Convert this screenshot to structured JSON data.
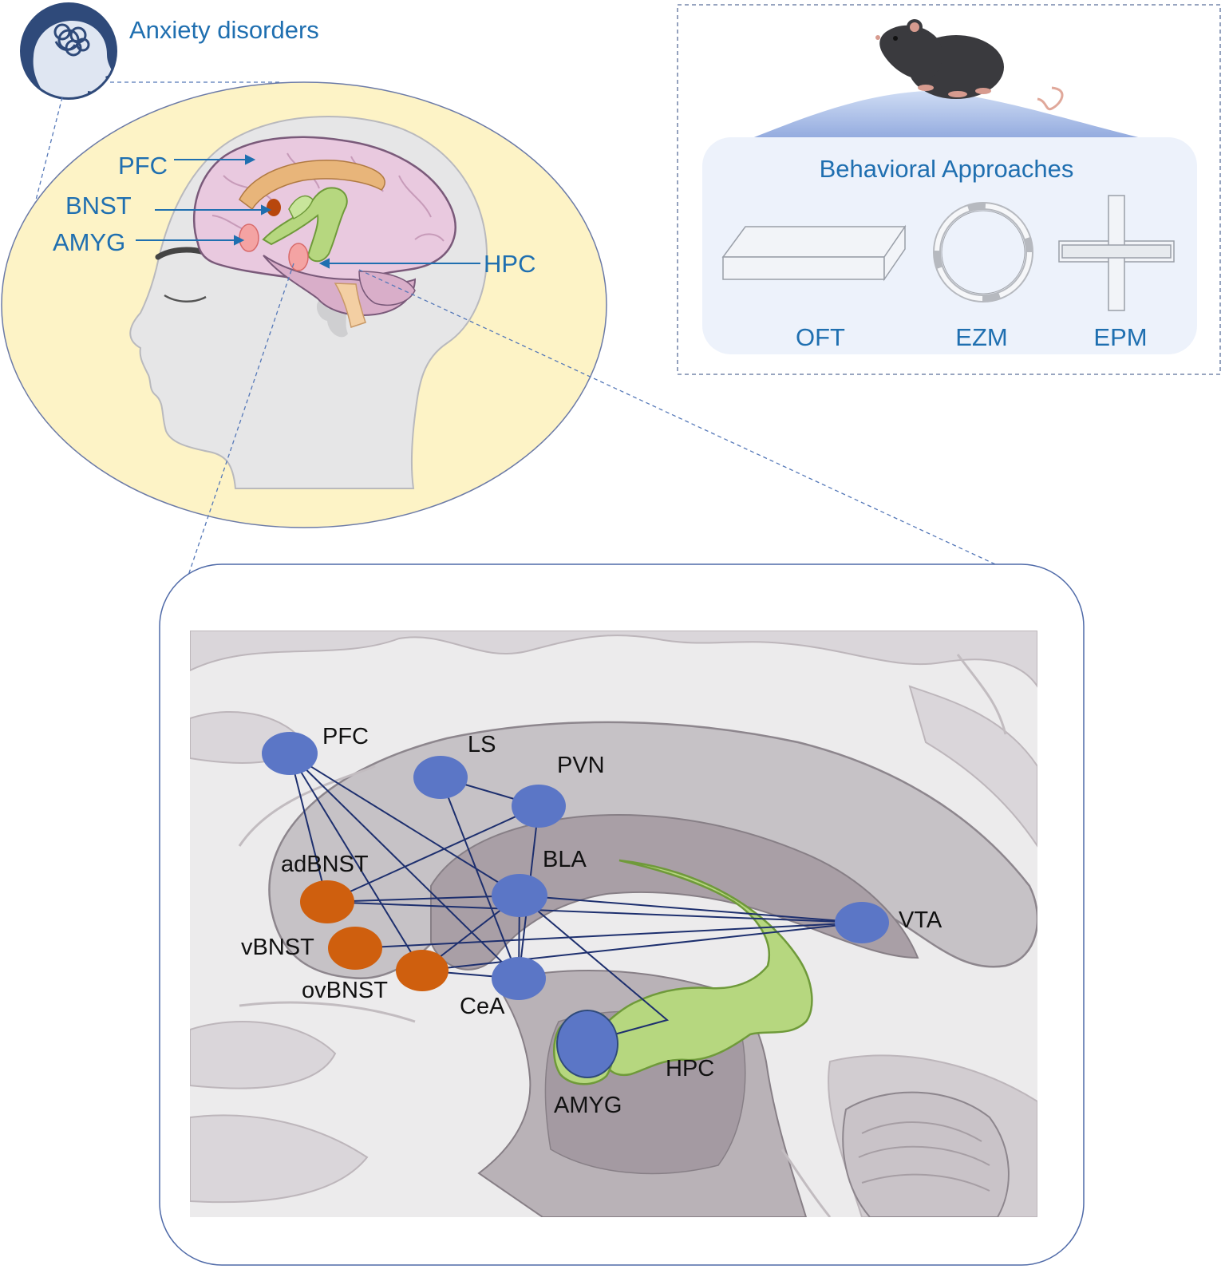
{
  "colors": {
    "label_blue": "#1f6fb0",
    "head_circle": "#2f4a7a",
    "ellipse_fill": "#fdf3c6",
    "brain_pink": "#e9c9df",
    "node_blue": "#5b76c6",
    "node_orange": "#cf5f0e",
    "hpc_green": "#b6d77f",
    "edge_navy": "#1d2f6e",
    "mouse": "#3a3a3e"
  },
  "icons": {
    "head": "head-with-tangled-thoughts-icon",
    "mouse": "mouse-icon",
    "oft": "open-field-box-icon",
    "ezm": "elevated-zero-maze-icon",
    "epm": "elevated-plus-maze-icon"
  },
  "header": {
    "title": "Anxiety disorders"
  },
  "human_brain": {
    "labels": {
      "pfc": "PFC",
      "bnst": "BNST",
      "amyg": "AMYG",
      "hpc": "HPC"
    }
  },
  "behavior_panel": {
    "title": "Behavioral Approaches",
    "tests": {
      "oft": "OFT",
      "ezm": "EZM",
      "epm": "EPM"
    }
  },
  "circuit": {
    "nodes": [
      {
        "id": "PFC",
        "label": "PFC",
        "group": "blue"
      },
      {
        "id": "LS",
        "label": "LS",
        "group": "blue"
      },
      {
        "id": "PVN",
        "label": "PVN",
        "group": "blue"
      },
      {
        "id": "BLA",
        "label": "BLA",
        "group": "blue"
      },
      {
        "id": "CeA",
        "label": "CeA",
        "group": "blue"
      },
      {
        "id": "VTA",
        "label": "VTA",
        "group": "blue"
      },
      {
        "id": "adBNST",
        "label": "adBNST",
        "group": "orange"
      },
      {
        "id": "vBNST",
        "label": "vBNST",
        "group": "orange"
      },
      {
        "id": "ovBNST",
        "label": "ovBNST",
        "group": "orange"
      },
      {
        "id": "HPC",
        "label": "HPC",
        "group": "green"
      },
      {
        "id": "AMYG",
        "label": "AMYG",
        "group": "blue"
      }
    ],
    "edges": [
      [
        "PFC",
        "BLA"
      ],
      [
        "PFC",
        "CeA"
      ],
      [
        "PFC",
        "adBNST"
      ],
      [
        "PFC",
        "ovBNST"
      ],
      [
        "LS",
        "PVN"
      ],
      [
        "LS",
        "CeA"
      ],
      [
        "PVN",
        "adBNST"
      ],
      [
        "PVN",
        "CeA"
      ],
      [
        "adBNST",
        "BLA"
      ],
      [
        "adBNST",
        "VTA"
      ],
      [
        "BLA",
        "VTA"
      ],
      [
        "BLA",
        "ovBNST"
      ],
      [
        "BLA",
        "CeA"
      ],
      [
        "BLA",
        "AMYG"
      ],
      [
        "vBNST",
        "VTA"
      ],
      [
        "ovBNST",
        "VTA"
      ],
      [
        "ovBNST",
        "CeA"
      ]
    ]
  }
}
